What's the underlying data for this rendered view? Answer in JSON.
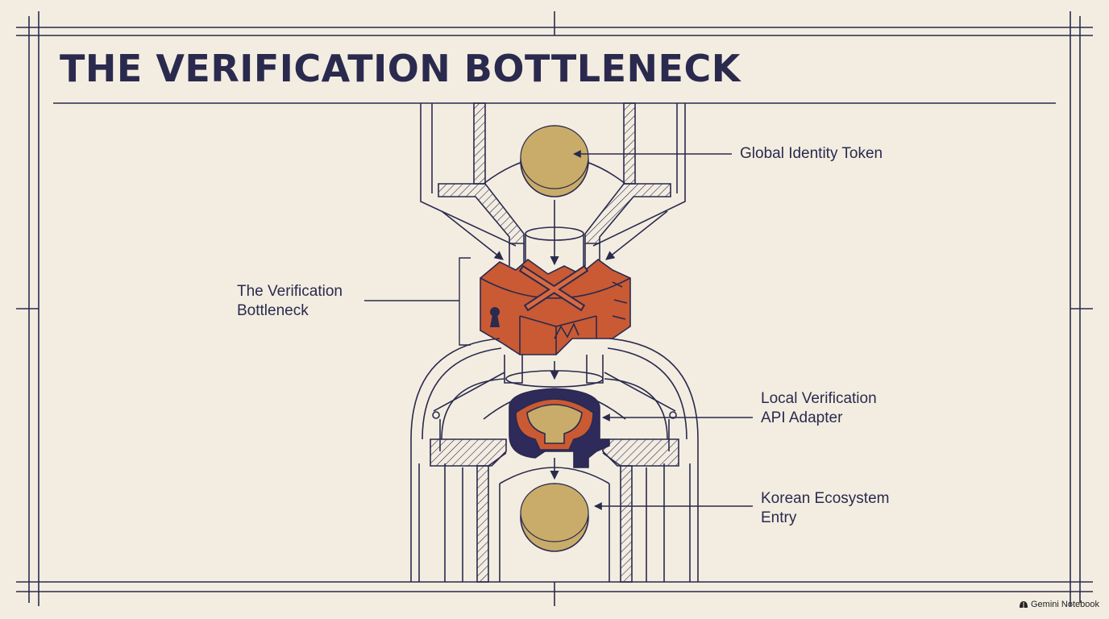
{
  "page": {
    "title": "THE VERIFICATION BOTTLENECK"
  },
  "labels": {
    "global_token": "Global Identity Token",
    "bottleneck_line1": "The Verification",
    "bottleneck_line2": "Bottleneck",
    "adapter_line1": "Local Verification",
    "adapter_line2": "API Adapter",
    "korean_line1": "Korean Ecosystem",
    "korean_line2": "Entry"
  },
  "watermark": {
    "text": "Gemini Notebook",
    "icon": "notebook-logo-icon"
  },
  "colors": {
    "background": "#f3ede1",
    "ink": "#2a2a4e",
    "token_gold": "#c9ac69",
    "bottleneck_orange": "#c95a34",
    "adapter_navy": "#2e2a5a"
  }
}
